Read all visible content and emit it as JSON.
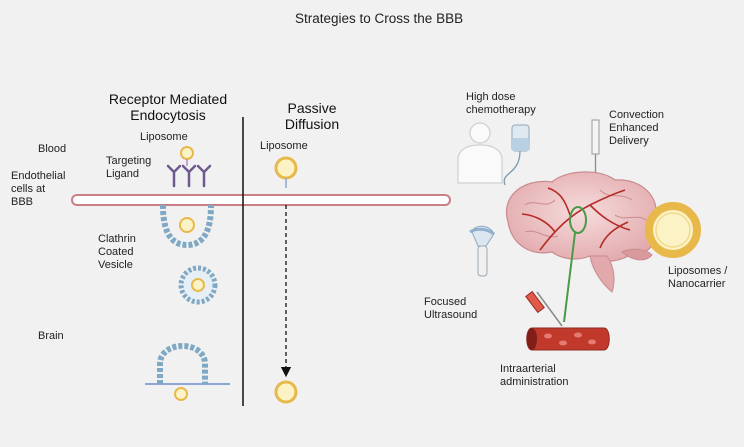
{
  "title": "Strategies to Cross the BBB",
  "rme": {
    "heading_line1": "Receptor Mediated",
    "heading_line2": "Endocytosis",
    "liposome": "Liposome",
    "targeting_ligand_line1": "Targeting",
    "targeting_ligand_line2": "Ligand",
    "clathrin_line1": "Clathrin",
    "clathrin_line2": "Coated",
    "clathrin_line3": "Vesicle"
  },
  "passive": {
    "heading_line1": "Passive",
    "heading_line2": "Diffusion",
    "liposome": "Liposome"
  },
  "left_labels": {
    "blood": "Blood",
    "endothelial_line1": "Endothelial",
    "endothelial_line2": "cells at",
    "endothelial_line3": "BBB",
    "brain": "Brain"
  },
  "strategies": {
    "chemo_line1": "High dose",
    "chemo_line2": "chemotherapy",
    "ced_line1": "Convection",
    "ced_line2": "Enhanced",
    "ced_line3": "Delivery",
    "ultrasound_line1": "Focused",
    "ultrasound_line2": "Ultrasound",
    "intraarterial_line1": "Intraarterial",
    "intraarterial_line2": "administration",
    "nanocarrier_line1": "Liposomes /",
    "nanocarrier_line2": "Nanocarrier"
  },
  "colors": {
    "background": "#f1f1f1",
    "membrane": "#c97f85",
    "liposome_ring": "#e8b94a",
    "liposome_fill": "#fbf3c6",
    "vesicle": "#7fa8c4",
    "ligand": "#6f5a8f",
    "brain": "#e8b9bb",
    "vessel": "#c0392b",
    "catheter": "#4a9a4a"
  }
}
